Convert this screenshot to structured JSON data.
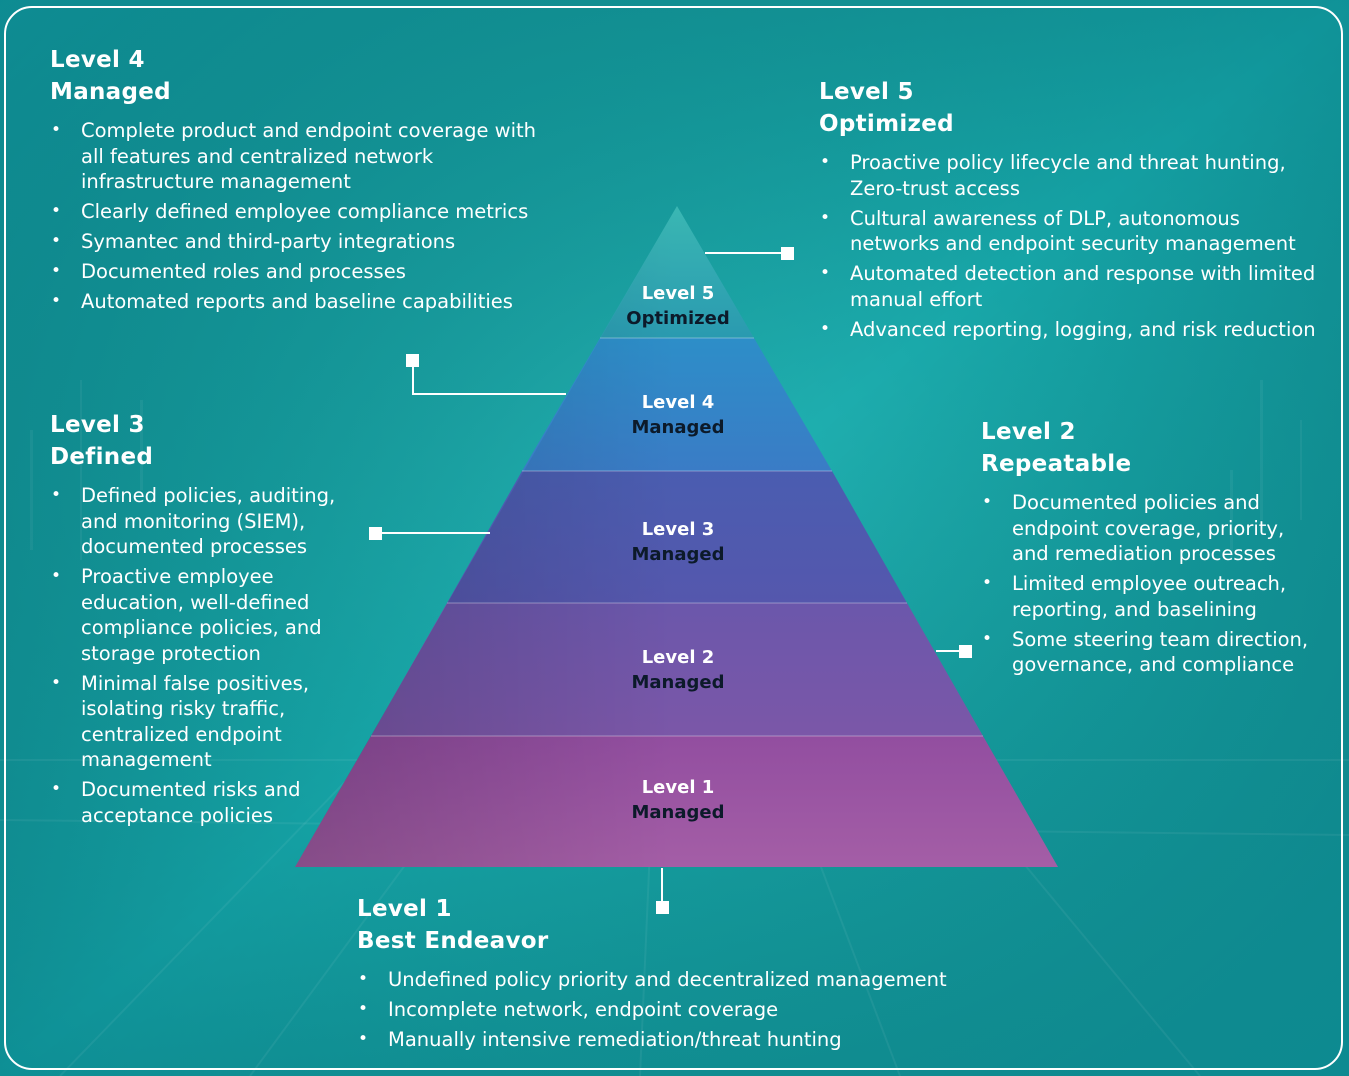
{
  "pyramid": [
    {
      "level": "Level 5",
      "name": "Optimized",
      "color_top": "#3ab7b3",
      "color_bottom": "#2a9ab0"
    },
    {
      "level": "Level 4",
      "name": "Managed",
      "color_top": "#2d8ec8",
      "color_bottom": "#3a7cc6"
    },
    {
      "level": "Level 3",
      "name": "Managed",
      "color_top": "#4a5db0",
      "color_bottom": "#5557ad"
    },
    {
      "level": "Level 2",
      "name": "Managed",
      "color_top": "#6b57ab",
      "color_bottom": "#7b57a8"
    },
    {
      "level": "Level 1",
      "name": "Managed",
      "color_top": "#924ea0",
      "color_bottom": "#a45ea6"
    }
  ],
  "levels": {
    "level4": {
      "title": "Level 4",
      "subtitle": "Managed",
      "items": [
        "Complete product and endpoint coverage with all features and centralized network infrastructure management",
        "Clearly defined employee compliance metrics",
        "Symantec and third-party integrations",
        "Documented roles and processes",
        "Automated reports and baseline capabilities"
      ]
    },
    "level5": {
      "title": "Level 5",
      "subtitle": "Optimized",
      "items": [
        "Proactive policy lifecycle and threat hunting, Zero-trust access",
        "Cultural awareness of DLP, autonomous networks and endpoint security management",
        "Automated detection and response with limited manual effort",
        "Advanced reporting, logging, and risk reduction"
      ]
    },
    "level3": {
      "title": "Level 3",
      "subtitle": "Defined",
      "items": [
        "Defined policies, auditing, and monitoring (SIEM), documented processes",
        "Proactive employee education, well-defined compliance policies, and storage protection",
        "Minimal false positives, isolating risky traffic, centralized endpoint management",
        "Documented risks and acceptance policies"
      ]
    },
    "level2": {
      "title": "Level 2",
      "subtitle": "Repeatable",
      "items": [
        "Documented policies and endpoint coverage, priority, and remediation processes",
        "Limited employee outreach, reporting, and baselining",
        "Some steering team direction, governance, and compliance"
      ]
    },
    "level1": {
      "title": "Level 1",
      "subtitle": "Best Endeavor",
      "items": [
        "Undefined policy priority and decentralized management",
        "Incomplete network, endpoint coverage",
        "Manually intensive remediation/threat hunting"
      ]
    }
  }
}
